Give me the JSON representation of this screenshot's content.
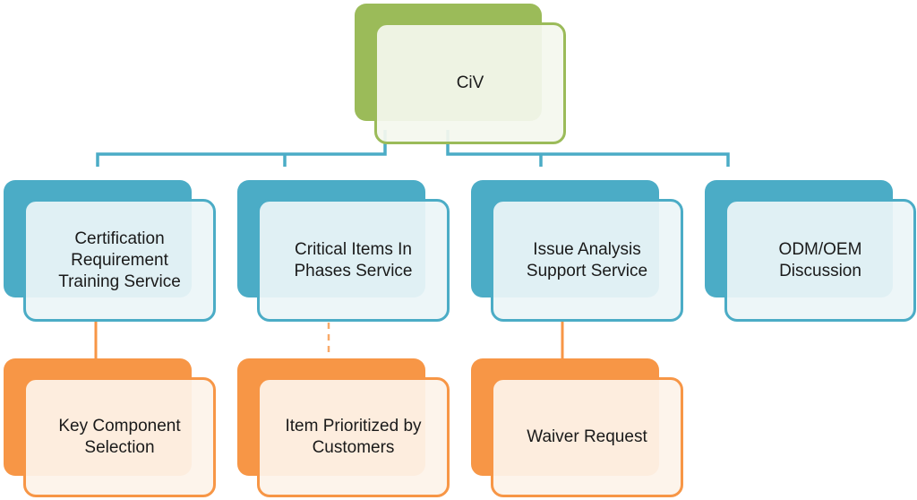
{
  "diagram": {
    "type": "org-chart",
    "colors": {
      "root": "#9bbb59",
      "level1": "#4bacc6",
      "level2": "#f79646",
      "connector_root": "#4bacc6",
      "connector_child": "#f79646"
    },
    "root": {
      "label": "CiV"
    },
    "services": [
      {
        "label": "Certification Requirement Training Service",
        "child": {
          "label": "Key Component Selection",
          "link_style": "solid"
        }
      },
      {
        "label": "Critical Items In Phases Service",
        "child": {
          "label": "Item Prioritized by Customers",
          "link_style": "dashed"
        }
      },
      {
        "label": "Issue Analysis Support Service",
        "child": {
          "label": "Waiver Request",
          "link_style": "solid"
        }
      },
      {
        "label": "ODM/OEM Discussion",
        "child": null
      }
    ]
  }
}
